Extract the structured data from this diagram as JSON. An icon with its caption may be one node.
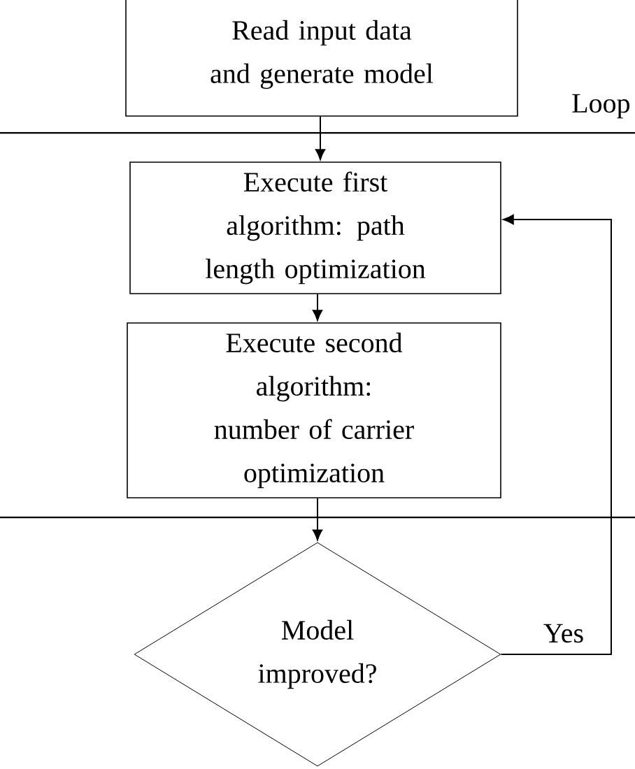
{
  "diagram": {
    "nodes": [
      {
        "text": [
          "Read input data and generate model"
        ]
      },
      {
        "text": [
          "Execute first algorithm: path length optimization"
        ]
      },
      {
        "text": [
          "Execute second algorithm: number of carrier optimization"
        ]
      },
      {
        "text": [
          "Model improved?"
        ]
      }
    ],
    "edges": [
      {
        "from": 0,
        "to": 1,
        "arrow": "to"
      },
      {
        "from": 1,
        "to": 2,
        "arrow": "to"
      },
      {
        "from": 2,
        "to": 3,
        "arrow": "to"
      },
      {
        "from": 3,
        "to": 1,
        "arrow": "to",
        "label": "Yes"
      }
    ],
    "labels": [
      "Loop"
    ]
  }
}
